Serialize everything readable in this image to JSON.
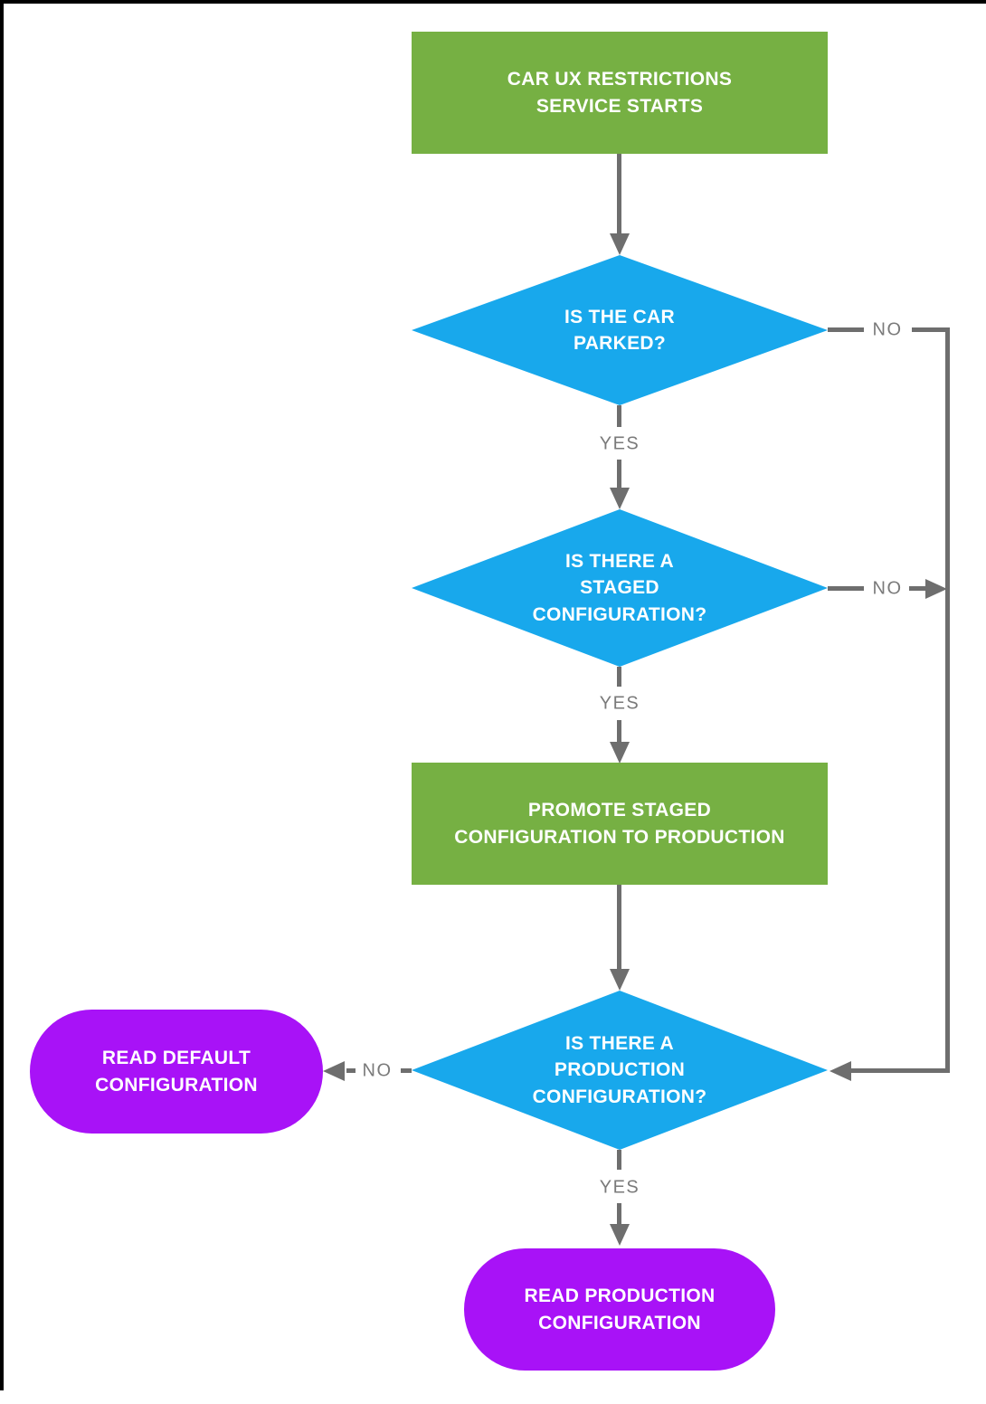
{
  "flowchart": {
    "nodes": {
      "start": {
        "label": "CAR UX RESTRICTIONS\nSERVICE STARTS",
        "type": "process",
        "fill": "#76B043"
      },
      "is_car_parked": {
        "label": "IS THE CAR\nPARKED?",
        "type": "decision",
        "fill": "#18A8EC"
      },
      "is_staged": {
        "label": "IS THERE A\nSTAGED\nCONFIGURATION?",
        "type": "decision",
        "fill": "#18A8EC"
      },
      "promote_staged": {
        "label": "PROMOTE STAGED\nCONFIGURATION TO PRODUCTION",
        "type": "process",
        "fill": "#76B043"
      },
      "is_production": {
        "label": "IS THERE A\nPRODUCTION\nCONFIGURATION?",
        "type": "decision",
        "fill": "#18A8EC"
      },
      "read_default": {
        "label": "READ DEFAULT\nCONFIGURATION",
        "type": "terminal",
        "fill": "#A812F7"
      },
      "read_production": {
        "label": "READ PRODUCTION\nCONFIGURATION",
        "type": "terminal",
        "fill": "#A812F7"
      }
    },
    "edge_labels": {
      "parked_no": "NO",
      "parked_yes": "YES",
      "staged_no": "NO",
      "staged_yes": "YES",
      "production_no": "NO",
      "production_yes": "YES"
    },
    "colors": {
      "process_fill": "#76B043",
      "decision_fill": "#18A8EC",
      "terminal_fill": "#A812F7",
      "connector": "#6E6E6E",
      "edge_label": "#7A7A7A",
      "node_text": "#FFFFFF",
      "frame": "#000000",
      "background": "#FFFFFF"
    }
  }
}
